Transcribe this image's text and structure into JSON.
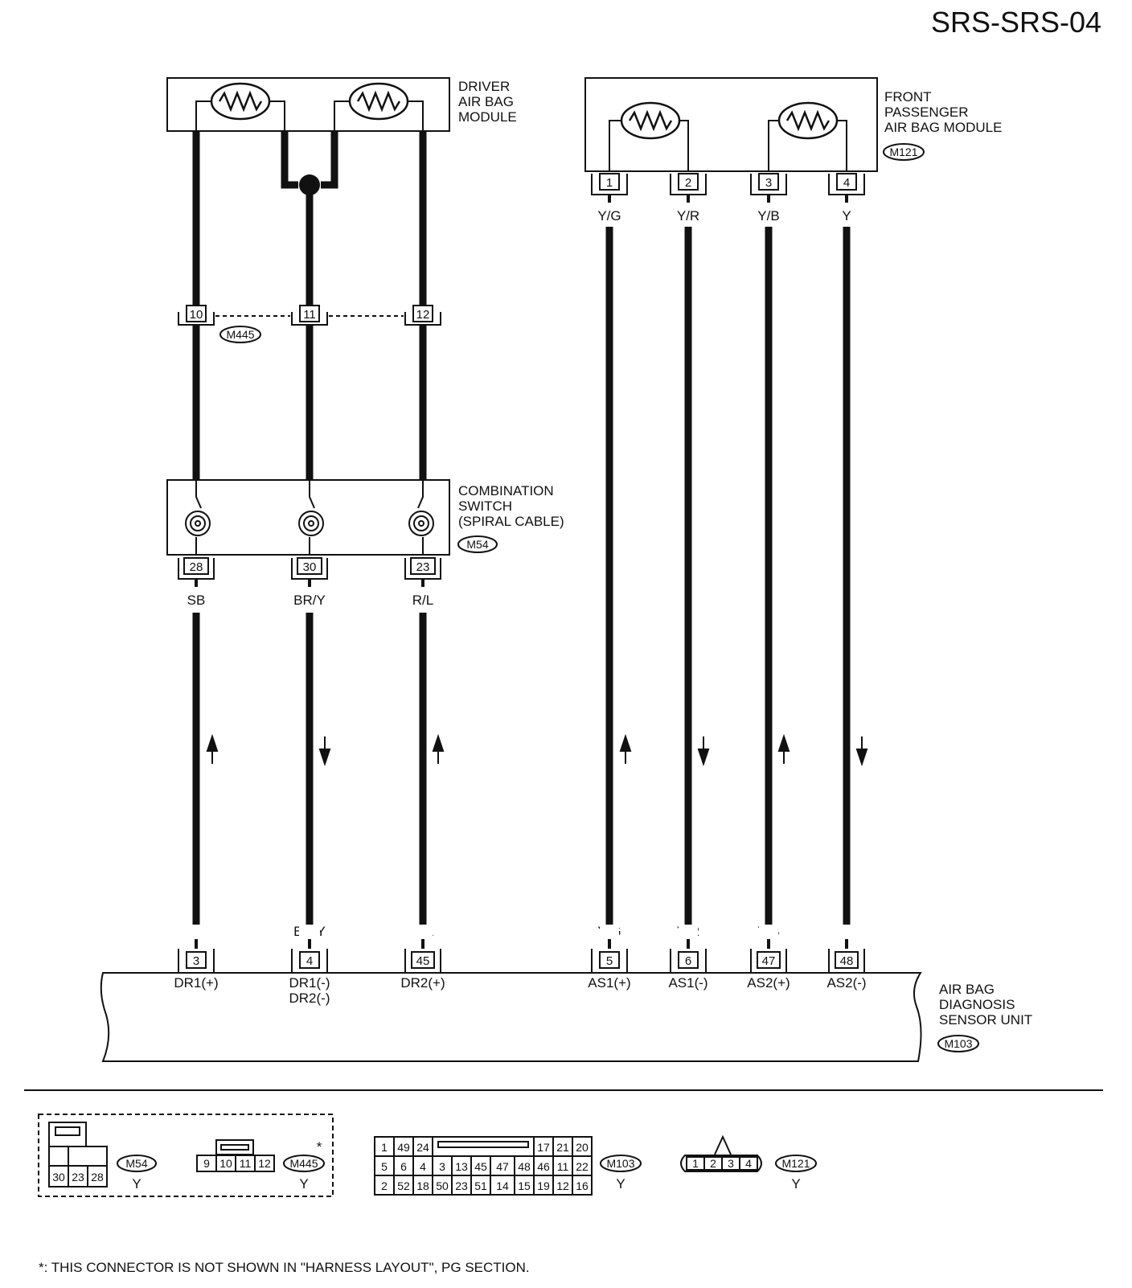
{
  "title": "SRS-SRS-04",
  "components": {
    "driver_airbag": [
      "DRIVER",
      "AIR BAG",
      "MODULE"
    ],
    "passenger_airbag": [
      "FRONT",
      "PASSENGER",
      "AIR BAG MODULE"
    ],
    "passenger_airbag_conn": "M121",
    "combination_switch": [
      "COMBINATION",
      "SWITCH",
      "(SPIRAL CABLE)"
    ],
    "combination_switch_conn": "M54",
    "sensor_unit": [
      "AIR BAG",
      "DIAGNOSIS",
      "SENSOR UNIT"
    ],
    "sensor_unit_conn": "M103",
    "inline_conn": "M445"
  },
  "driver_circuits": [
    {
      "inline_pin": "10",
      "switch_pin": "28",
      "wire": "SB",
      "unit_pin": "3",
      "signal": "DR1(+)",
      "signal2": "",
      "arrow": "up"
    },
    {
      "inline_pin": "11",
      "switch_pin": "30",
      "wire": "BR/Y",
      "unit_pin": "4",
      "signal": "DR1(-)",
      "signal2": "DR2(-)",
      "arrow": "down"
    },
    {
      "inline_pin": "12",
      "switch_pin": "23",
      "wire": "R/L",
      "unit_pin": "45",
      "signal": "DR2(+)",
      "signal2": "",
      "arrow": "up"
    }
  ],
  "passenger_circuits": [
    {
      "module_pin": "1",
      "wire": "Y/G",
      "unit_pin": "5",
      "signal": "AS1(+)",
      "arrow": "up"
    },
    {
      "module_pin": "2",
      "wire": "Y/R",
      "unit_pin": "6",
      "signal": "AS1(-)",
      "arrow": "down"
    },
    {
      "module_pin": "3",
      "wire": "Y/B",
      "unit_pin": "47",
      "signal": "AS2(+)",
      "arrow": "up"
    },
    {
      "module_pin": "4",
      "wire": "Y",
      "unit_pin": "48",
      "signal": "AS2(-)",
      "arrow": "down"
    }
  ],
  "connector_views": {
    "m54": {
      "name": "M54",
      "color": "Y",
      "pins": [
        "30",
        "23",
        "28"
      ]
    },
    "m445": {
      "name": "M445",
      "color": "Y",
      "pins": [
        "9",
        "10",
        "11",
        "12"
      ],
      "mark": "*"
    },
    "m103": {
      "name": "M103",
      "color": "Y",
      "row1_left": [
        "1",
        "49",
        "24"
      ],
      "row1_right": [
        "17",
        "21",
        "20"
      ],
      "row2": [
        "5",
        "6",
        "4",
        "3",
        "13",
        "45",
        "47",
        "48",
        "46",
        "11",
        "22"
      ],
      "row3": [
        "2",
        "52",
        "18",
        "50",
        "23",
        "51",
        "14",
        "15",
        "19",
        "12",
        "16"
      ]
    },
    "m121": {
      "name": "M121",
      "color": "Y",
      "pins": [
        "1",
        "2",
        "3",
        "4"
      ]
    }
  },
  "footnote": "*: THIS CONNECTOR IS NOT SHOWN IN \"HARNESS LAYOUT\", PG SECTION."
}
